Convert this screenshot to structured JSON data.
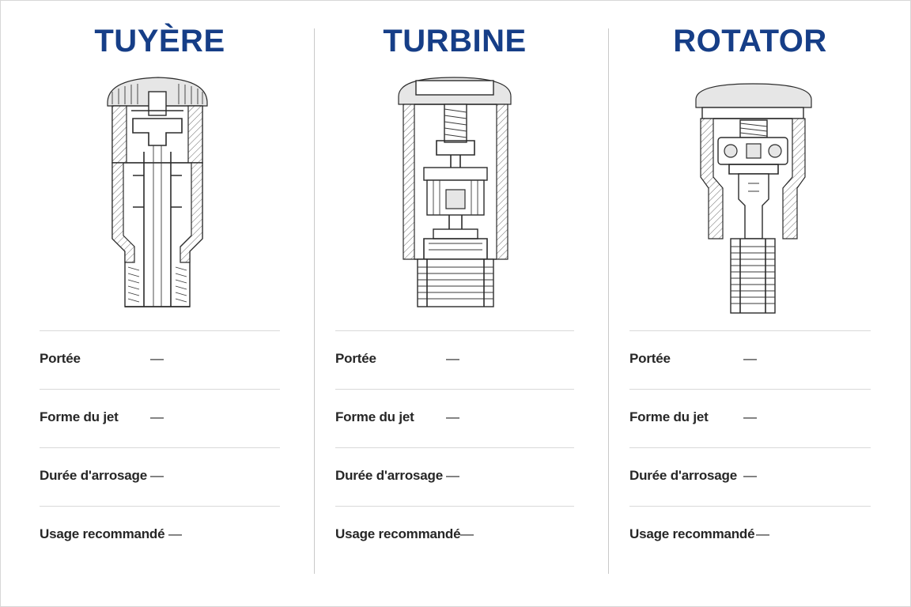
{
  "columns": [
    {
      "title": "TUYÈRE",
      "drawing_icon": "spray-nozzle-cross-section",
      "rows": [
        {
          "label": "Portée",
          "value": "—"
        },
        {
          "label": "Forme du jet",
          "value": "—"
        },
        {
          "label": "Durée d'arrosage",
          "value": "—"
        },
        {
          "label": "Usage recommandé",
          "value": "—"
        }
      ]
    },
    {
      "title": "TURBINE",
      "drawing_icon": "gear-driven-rotor-cross-section",
      "rows": [
        {
          "label": "Portée",
          "value": "—"
        },
        {
          "label": "Forme du jet",
          "value": "—"
        },
        {
          "label": "Durée d'arrosage",
          "value": "—"
        },
        {
          "label": "Usage recommandé",
          "value": "—"
        }
      ]
    },
    {
      "title": "ROTATOR",
      "drawing_icon": "rotator-nozzle-cross-section",
      "rows": [
        {
          "label": "Portée",
          "value": "—"
        },
        {
          "label": "Forme du jet",
          "value": "—"
        },
        {
          "label": "Durée d'arrosage",
          "value": "—"
        },
        {
          "label": "Usage recommandé",
          "value": "—"
        }
      ]
    }
  ],
  "colors": {
    "title": "#163e87",
    "text": "#262626",
    "rule": "#d9d9d9"
  }
}
